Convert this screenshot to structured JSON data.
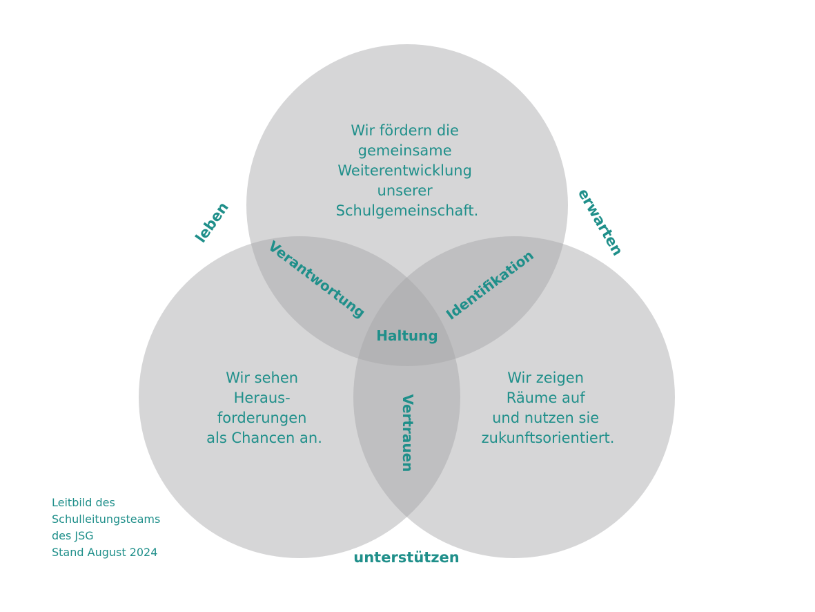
{
  "colors": {
    "accent": "#1f8f8a",
    "circle_fill": "#a3a4a6"
  },
  "circles": {
    "top": {
      "lines": [
        "Wir fördern die",
        "gemeinsame",
        "Weiterentwicklung",
        "unserer",
        "Schulgemeinschaft."
      ]
    },
    "left": {
      "lines": [
        "Wir sehen",
        "Heraus-",
        "forderungen",
        "als Chancen an."
      ]
    },
    "right": {
      "lines": [
        "Wir zeigen",
        "Räume auf",
        "und nutzen sie",
        "zukunftsorientiert."
      ]
    }
  },
  "overlaps": {
    "top_left": "Verantwortung",
    "top_right": "Identifikation",
    "left_right": "Vertrauen",
    "center": "Haltung"
  },
  "outer_labels": {
    "left": "leben",
    "right": "erwarten",
    "bottom": "unterstützen"
  },
  "footer": {
    "lines": [
      "Leitbild des",
      "Schulleitungsteams",
      "des JSG",
      "Stand August 2024"
    ]
  }
}
